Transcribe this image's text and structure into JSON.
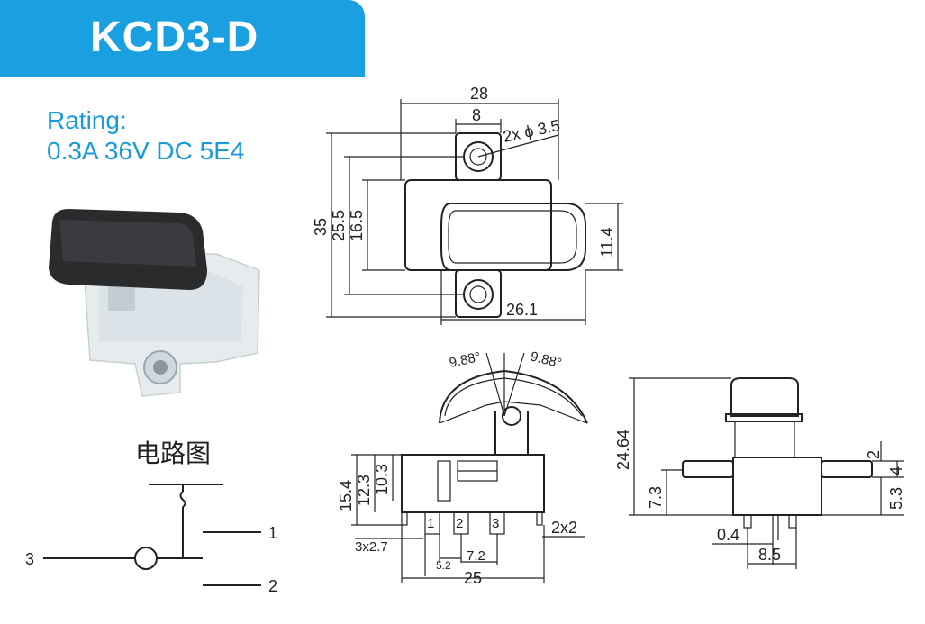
{
  "title": "KCD3-D",
  "rating": {
    "label": "Rating:",
    "value": "0.3A 36V DC 5E4"
  },
  "circuit": {
    "title": "电路图",
    "pin1": "1",
    "pin2": "2",
    "pin3": "3"
  },
  "top_view": {
    "d28": "28",
    "d8": "8",
    "hole": "2x ϕ 3.5",
    "d35": "35",
    "d25_5": "25.5",
    "d16_5": "16.5",
    "d11_4": "11.4",
    "d26_1": "26.1"
  },
  "front_view": {
    "angle_left": "9.88°",
    "angle_right": "9.88°",
    "d15_4": "15.4",
    "d12_3": "12.3",
    "d10_3": "10.3",
    "d3x2_7": "3x2.7",
    "d5_2": "5.2",
    "d7_2": "7.2",
    "d25": "25",
    "d2x2": "2x2",
    "pin1": "1",
    "pin2": "2",
    "pin3": "3"
  },
  "side_view": {
    "d24_64": "24.64",
    "d7_3": "7.3",
    "d2": "2",
    "d4": "4",
    "d5_3": "5.3",
    "d0_4": "0.4",
    "d8_5": "8.5"
  }
}
